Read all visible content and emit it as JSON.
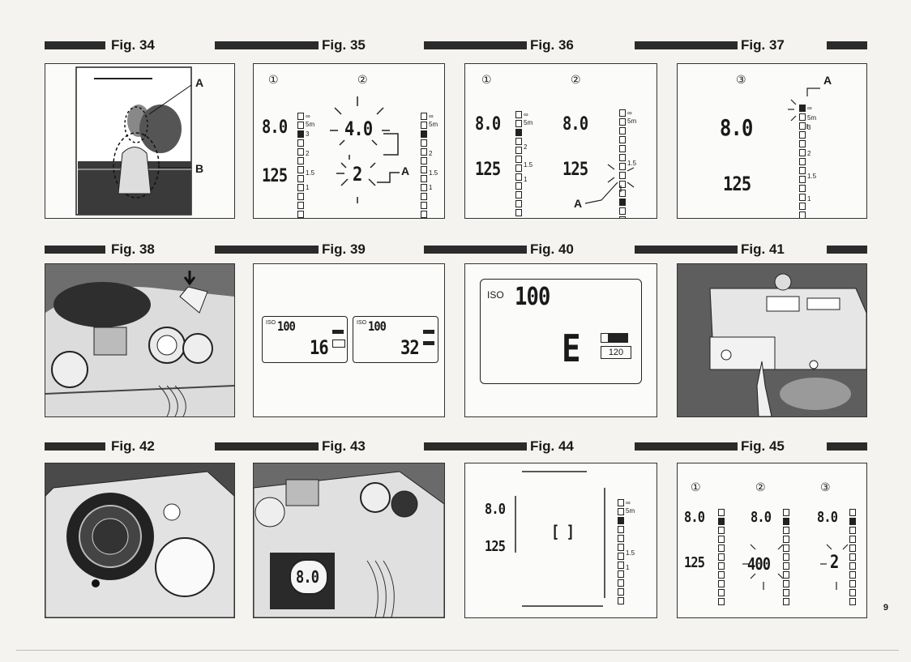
{
  "figs": {
    "f34": "Fig. 34",
    "f35": "Fig. 35",
    "f36": "Fig. 36",
    "f37": "Fig. 37",
    "f38": "Fig. 38",
    "f39": "Fig. 39",
    "f40": "Fig. 40",
    "f41": "Fig. 41",
    "f42": "Fig. 42",
    "f43": "Fig. 43",
    "f44": "Fig. 44",
    "f45": "Fig. 45"
  },
  "labels": {
    "a": "A",
    "b": "B",
    "c1": "①",
    "c2": "②",
    "c3": "③"
  },
  "lcd": {
    "f80": "8.0",
    "f40": "4.0",
    "s125": "125",
    "s2": "2",
    "s400": "400",
    "iso": "ISO",
    "iso100": "100",
    "e": "E",
    "frame16": "16",
    "frame32": "32",
    "film120": "120",
    "bracket": "[ ]"
  },
  "scale": {
    "inf": "∞",
    "m5": "5m",
    "m3": "3",
    "m2": "2",
    "m15": "1.5",
    "m1": "1"
  },
  "page_number": "9"
}
